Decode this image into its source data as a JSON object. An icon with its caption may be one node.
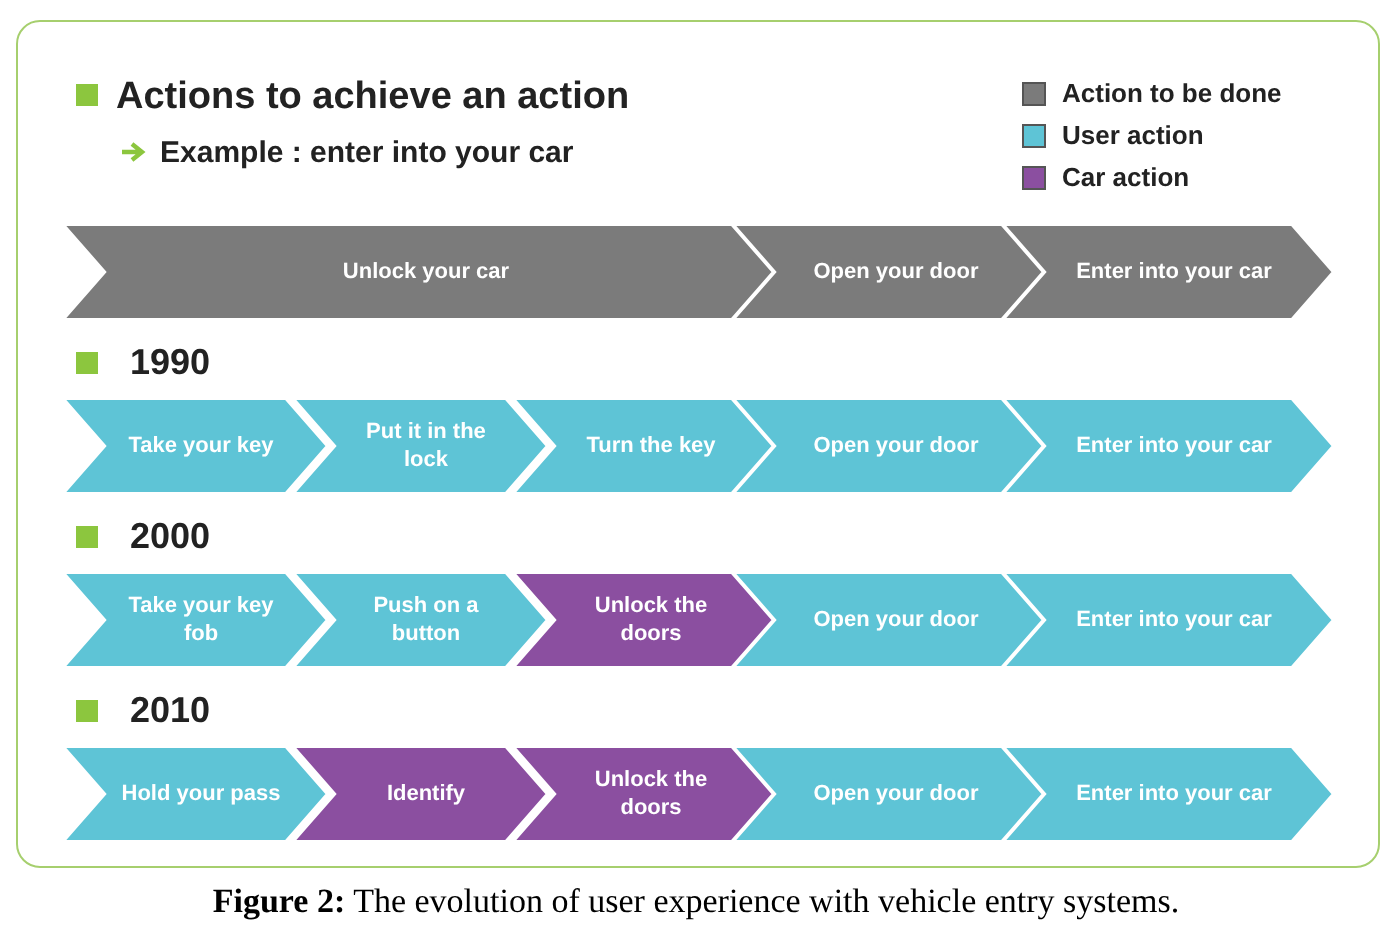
{
  "diagram": {
    "title": "Actions to achieve an action",
    "caption": "**Figure 2:** The evolution of user experience with vehicle entry systems.",
    "nodes": [
      {
        "text": [
          "Unlock your car"
        ]
      },
      {
        "text": [
          "Open your door"
        ]
      },
      {
        "text": [
          "Enter into your car"
        ]
      },
      {
        "text": [
          "Take your key"
        ]
      },
      {
        "text": [
          "Put it in the lock"
        ]
      },
      {
        "text": [
          "Turn the key"
        ]
      },
      {
        "text": [
          "Open your door"
        ]
      },
      {
        "text": [
          "Enter into your car"
        ]
      },
      {
        "text": [
          "Take your key fob"
        ]
      },
      {
        "text": [
          "Push on a button"
        ]
      },
      {
        "text": [
          "Unlock the doors"
        ]
      },
      {
        "text": [
          "Open your door"
        ]
      },
      {
        "text": [
          "Enter into your car"
        ]
      },
      {
        "text": [
          "Hold your pass"
        ]
      },
      {
        "text": [
          "Identify"
        ]
      },
      {
        "text": [
          "Unlock the doors"
        ]
      },
      {
        "text": [
          "Open your door"
        ]
      },
      {
        "text": [
          "Enter into your car"
        ]
      }
    ],
    "labels": [
      "Example : enter into your car",
      "1990",
      "2000",
      "2010"
    ],
    "legend": [
      {
        "text": "Action to be done",
        "color": "#7b7b7b"
      },
      {
        "text": "User action",
        "color": "#5ec4d6"
      },
      {
        "text": "Car action",
        "color": "#8b4fa0"
      }
    ]
  }
}
